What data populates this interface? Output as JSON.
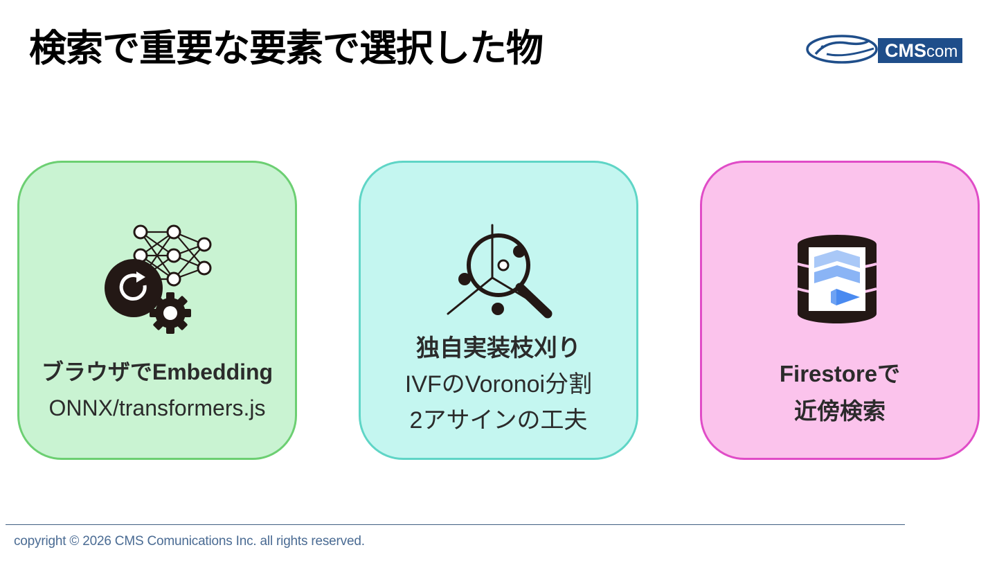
{
  "title": "検索で重要な要素で選択した物",
  "logo": {
    "brand": "CMS",
    "suffix": "com"
  },
  "cards": [
    {
      "icon": "neural-network-gear-icon",
      "lines": [
        "ブラウザでEmbedding",
        "ONNX/transformers.js"
      ],
      "background": "#c9f3d2",
      "border": "#6ccf72"
    },
    {
      "icon": "magnifier-voronoi-icon",
      "lines": [
        "独自実装枝刈り",
        "IVFのVoronoi分割",
        "2アサインの工夫"
      ],
      "background": "#c4f6f0",
      "border": "#5fd5c6"
    },
    {
      "icon": "firestore-database-icon",
      "lines": [
        "Firestoreで",
        "近傍検索"
      ],
      "background": "#fbc3ec",
      "border": "#e04cc7"
    }
  ],
  "footer": "copyright © 2026 CMS Comunications Inc. all rights reserved."
}
